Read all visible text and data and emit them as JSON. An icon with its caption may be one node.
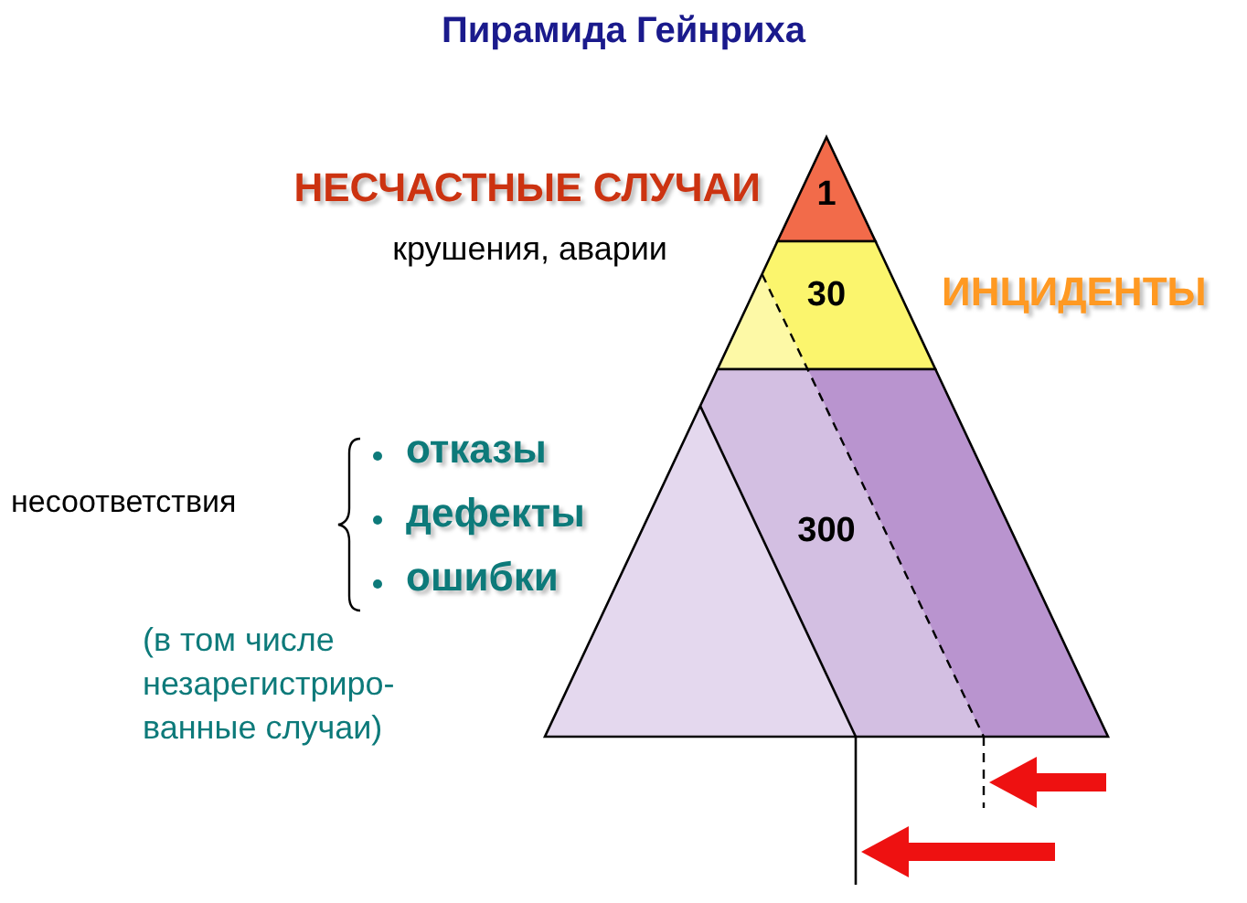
{
  "diagram": {
    "title": "Пирамида Гейнриха",
    "nodes": [
      {
        "text": [
          "1"
        ]
      },
      {
        "text": [
          "30"
        ]
      },
      {
        "text": [
          "300"
        ]
      }
    ],
    "labels": [
      "НЕСЧАСТНЫЕ СЛУЧАИ",
      "крушения, аварии",
      "ИНЦИДЕНТЫ",
      "несоответствия",
      "отказы",
      "дефекты",
      "ошибки",
      "(в том числе незарегистриро- ванные случаи)"
    ]
  }
}
